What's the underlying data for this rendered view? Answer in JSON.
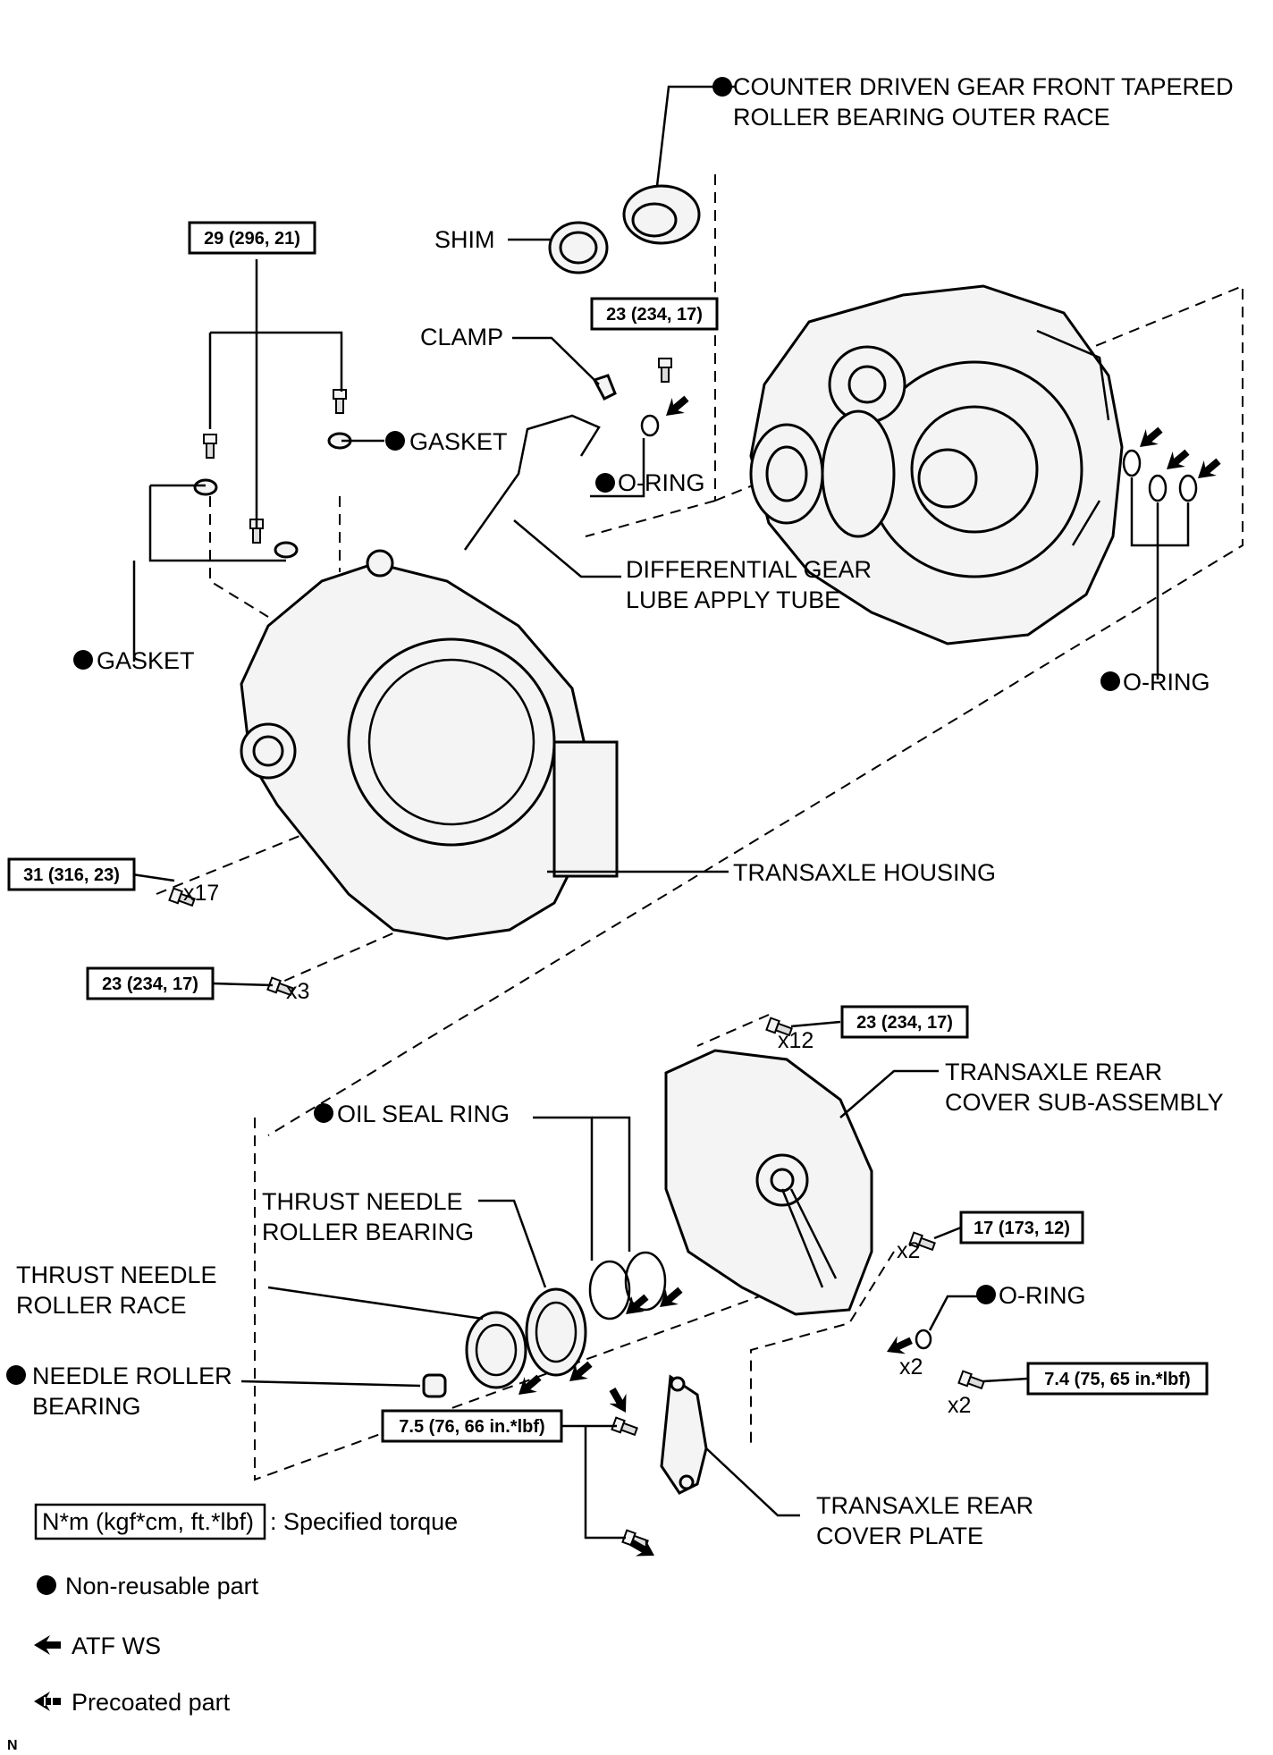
{
  "labels": {
    "counter_gear_race_1": "COUNTER DRIVEN GEAR FRONT TAPERED",
    "counter_gear_race_2": "ROLLER BEARING OUTER RACE",
    "shim": "SHIM",
    "clamp": "CLAMP",
    "gasket_top": "GASKET",
    "oring_top": "O-RING",
    "diff_tube_1": "DIFFERENTIAL GEAR",
    "diff_tube_2": "LUBE APPLY TUBE",
    "gasket_left": "GASKET",
    "oring_right": "O-RING",
    "transaxle_housing": "TRANSAXLE HOUSING",
    "rear_cover_1": "TRANSAXLE REAR",
    "rear_cover_2": "COVER SUB-ASSEMBLY",
    "oil_seal_ring": "OIL SEAL RING",
    "thrust_bearing_1": "THRUST NEEDLE",
    "thrust_bearing_2": "ROLLER BEARING",
    "thrust_race_1": "THRUST NEEDLE",
    "thrust_race_2": "ROLLER RACE",
    "needle_bearing_1": "NEEDLE ROLLER",
    "needle_bearing_2": "BEARING",
    "oring_lower": "O-RING",
    "rear_plate_1": "TRANSAXLE REAR",
    "rear_plate_2": "COVER PLATE"
  },
  "torques": {
    "t_29": "29 (296, 21)",
    "t_23_top": "23 (234, 17)",
    "t_31": "31 (316, 23)",
    "t_23_left": "23 (234, 17)",
    "t_23_cover": "23 (234, 17)",
    "t_17": "17 (173, 12)",
    "t_74": "7.4 (75, 65 in.*lbf)",
    "t_75": "7.5 (76, 66 in.*lbf)"
  },
  "quantities": {
    "q_x17": "x17",
    "q_x3": "x3",
    "q_x12": "x12",
    "q_x2_a": "x2",
    "q_x2_b": "x2",
    "q_x2_c": "x2"
  },
  "legend": {
    "torque_box": "N*m (kgf*cm, ft.*lbf)",
    "torque_text": ": Specified torque",
    "nonreusable": "Non-reusable part",
    "atf": "ATF WS",
    "precoated": "Precoated part"
  },
  "corner_mark": "N"
}
